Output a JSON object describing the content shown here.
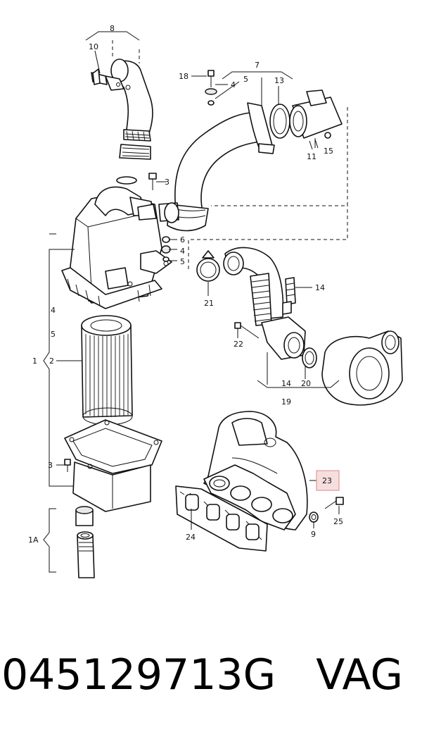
{
  "callouts": {
    "c8": "8",
    "c10": "10",
    "c7": "7",
    "c18": "18",
    "c4a": "4",
    "c5a": "5",
    "c13": "13",
    "c15": "15",
    "c11": "11",
    "c3a": "3",
    "c6": "6",
    "c4b": "4",
    "c5b": "5",
    "c21": "21",
    "c14a": "14",
    "c22": "22",
    "c4c": "4",
    "c5c": "5",
    "c1": "1",
    "c2": "2",
    "c14b": "14",
    "c20": "20",
    "c19": "19",
    "c3b": "3",
    "c23": "23",
    "c25": "25",
    "c9": "9",
    "c24": "24",
    "c1A": "1A"
  },
  "highlight_color": "#f6dede",
  "highlight_border": "#d98a8a",
  "footer": {
    "part_number": "045129713G   VAG"
  }
}
